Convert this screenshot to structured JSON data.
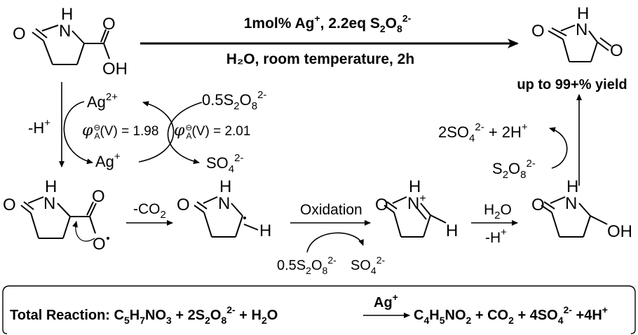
{
  "top_reaction": {
    "conditions_line1_prefix": "1mol% Ag",
    "conditions_line1_charge": "+",
    "conditions_line1_mid": ", 2.2eq S",
    "conditions_line1_sub1": "2",
    "conditions_line1_o": "O",
    "conditions_line1_sub2": "8",
    "conditions_line1_charge2": "2-",
    "conditions_line2": "H₂O, room temperature, 2h",
    "yield": "up to 99+% yield"
  },
  "catalytic_cycle": {
    "ag2_label": "Ag",
    "ag2_charge": "2+",
    "ag1_label": "Ag",
    "ag1_charge": "+",
    "deprotonation": "-H",
    "deprotonation_charge": "+",
    "persulfate_half": "0.5S",
    "sulfate": "SO",
    "potential_left_value": "(V) = 1.98",
    "potential_right_value": "(V) = 2.01",
    "potential_symbol": "φ",
    "potential_super": "⊖",
    "potential_sub": "A"
  },
  "right_cycle": {
    "persulfate": "S",
    "products": "2SO",
    "products_tail": " + 2H",
    "products_charge": "+"
  },
  "mechanism": {
    "decarboxylation": "-CO",
    "decarboxylation_sub": "2",
    "oxidation": "Oxidation",
    "persulfate_half": "0.5S",
    "sulfate": "SO",
    "hydration_top": "H",
    "hydration_top_sub": "2",
    "hydration_top_tail": "O",
    "hydration_bottom": "-H",
    "hydration_bottom_charge": "+",
    "iminium_charge": "+",
    "radical_h": "H",
    "iminium_h": "H",
    "hydroxyl": "OH"
  },
  "atoms": {
    "O": "O",
    "N": "N",
    "H": "H",
    "OH": "OH"
  },
  "total_reaction": {
    "label": "Total Reaction: C",
    "catalyst": "Ag",
    "catalyst_charge": "+"
  },
  "colors": {
    "ink": "#000000",
    "background": "#ffffff"
  }
}
